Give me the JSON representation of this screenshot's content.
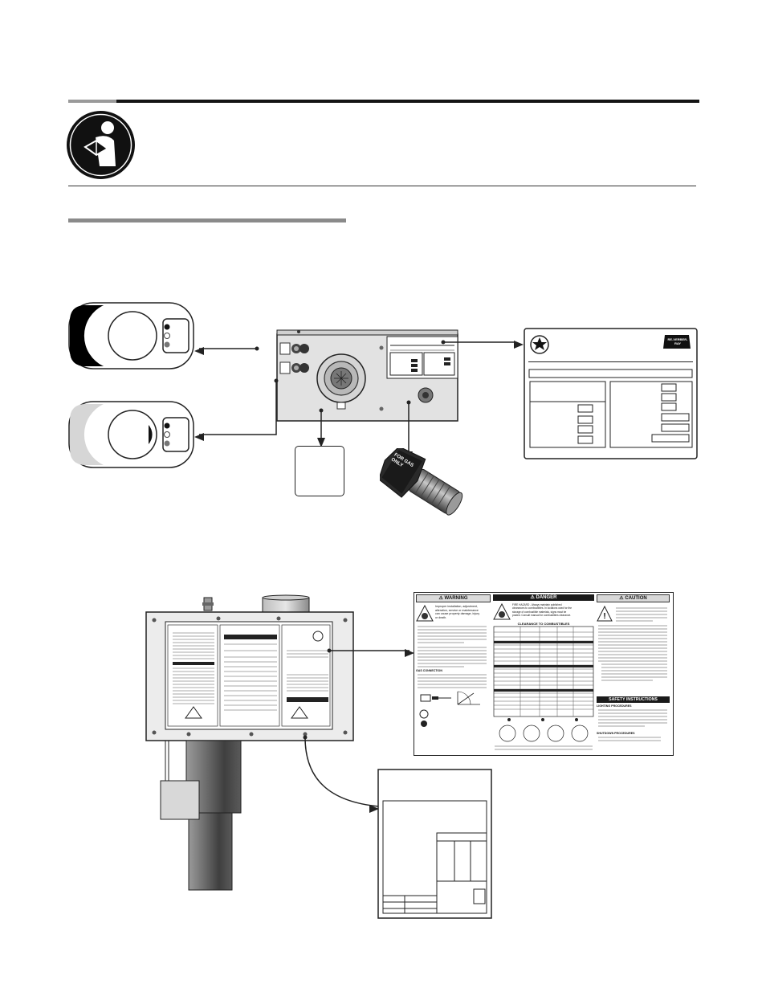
{
  "header": {
    "icon": "read-manual-icon"
  },
  "labels": {
    "warning": {
      "title": "WARNING",
      "lines": [
        "Improper installation, adjustment,",
        "alteration, service or maintenance",
        "can cause property damage, injury",
        "or death."
      ]
    },
    "danger": {
      "title": "DANGER",
      "lines": [
        "FIRE HAZARD - Always maintain published",
        "clearances to combustibles. In locations used for the",
        "storage of combustible materials, signs must be",
        "posted. Consult manual for combustibles clearance."
      ],
      "table_title": "CLEARANCE TO COMBUSTIBLES"
    },
    "caution": {
      "title": "CAUTION"
    },
    "safety_instructions": "SAFETY INSTRUCTIONS",
    "lighting_procedures": "LIGHTING PROCEDURES",
    "shutdown_procedures": "SHUTDOWN PROCEDURES",
    "gas_connection": "GAS CONNECTION"
  },
  "icons": {
    "brand_star": "star-icon",
    "brand_wordmark": "RE-VERBER-RAY",
    "gas_fitting_text": "FOR GAS ONLY"
  }
}
